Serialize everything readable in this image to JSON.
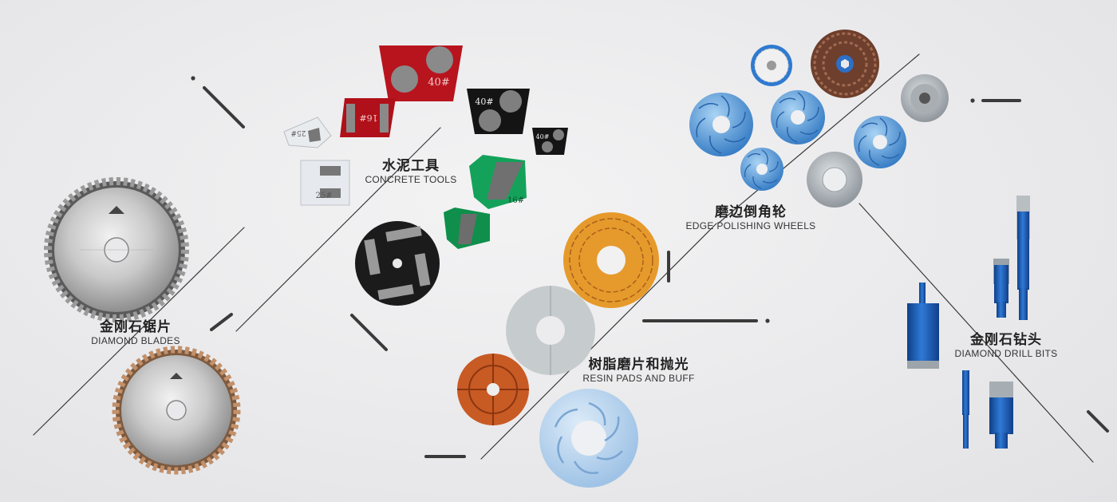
{
  "categories": [
    {
      "id": "diamond-blades",
      "zh": "金刚石锯片",
      "en": "DIAMOND BLADES"
    },
    {
      "id": "concrete-tools",
      "zh": "水泥工具",
      "en": "CONCRETE TOOLS"
    },
    {
      "id": "resin-pads",
      "zh": "树脂磨片和抛光",
      "en": "RESIN PADS AND BUFF"
    },
    {
      "id": "edge-wheels",
      "zh": "磨边倒角轮",
      "en": "EDGE POLISHING WHEELS"
    },
    {
      "id": "drill-bits",
      "zh": "金刚石钻头",
      "en": "DIAMOND DRILL BITS"
    }
  ],
  "grit_marks": {
    "red_large": "40#",
    "red_small": "16#",
    "white_small": "25#",
    "white_square": "25#",
    "black_large": "40#",
    "black_small": "40#",
    "green_large": "16#"
  },
  "colors": {
    "background": "#ebebed",
    "line": "#333333",
    "orange_pad": "#e69a2c",
    "blue_wheel": "#3b82c8",
    "drill_blue": "#1e5fb8",
    "concrete_red": "#b8141d",
    "concrete_green": "#14a25a"
  }
}
